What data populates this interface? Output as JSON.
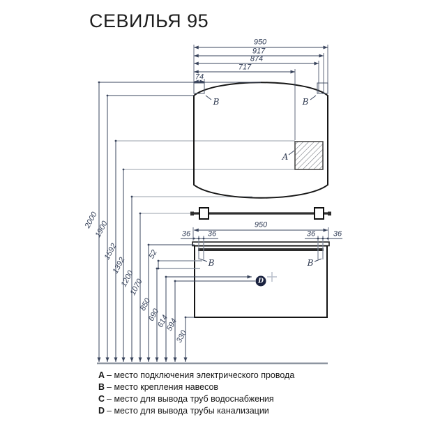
{
  "title": "СЕВИЛЬЯ 95",
  "point_labels": {
    "a": "A",
    "b": "B",
    "d": "D"
  },
  "dims": {
    "top": [
      "950",
      "917",
      "874",
      "717",
      "74"
    ],
    "heights": [
      "2000",
      "1900",
      "1592",
      "1392",
      "1200",
      "1070",
      "850",
      "690",
      "614",
      "594",
      "330"
    ],
    "cabinet_width": "950",
    "hangers": [
      "36",
      "36",
      "36",
      "36"
    ],
    "hanger_drop": "52"
  },
  "legend": [
    {
      "key": "A",
      "desc": "– место подключения электрического провода"
    },
    {
      "key": "B",
      "desc": "– место крепления навесов"
    },
    {
      "key": "C",
      "desc": "– место для вывода труб водоснабжения"
    },
    {
      "key": "D",
      "desc": "– место для вывода трубы канализации"
    }
  ],
  "colors": {
    "outline": "#161616",
    "dimension": "#39445c",
    "reference": "#98a0ab",
    "badge": "#1b2340",
    "floor": "#8d95a0"
  }
}
